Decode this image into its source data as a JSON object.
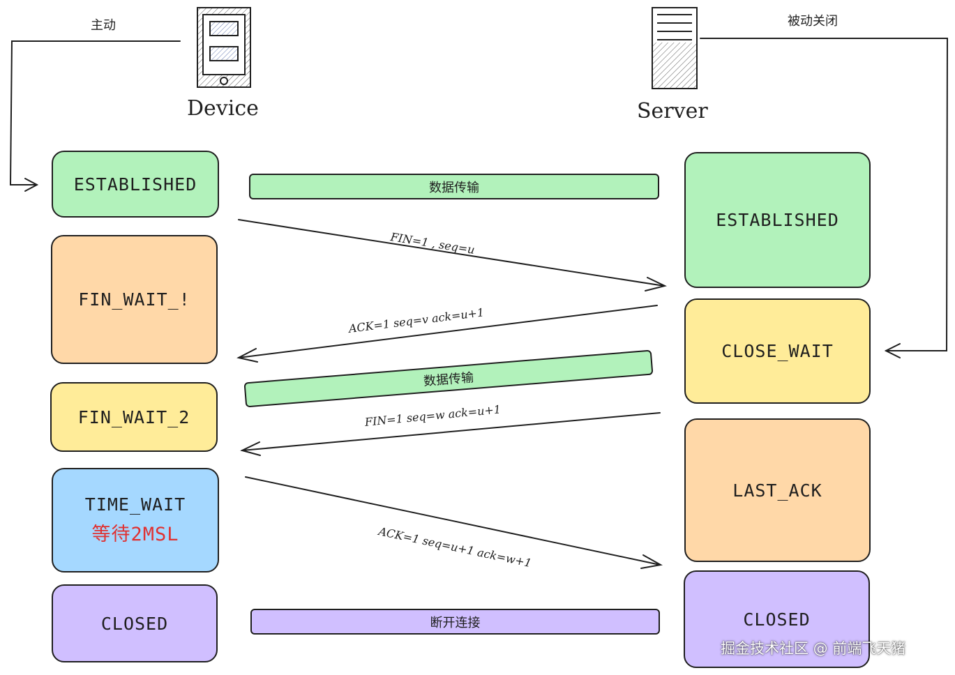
{
  "colors": {
    "green": "#b2f2bb",
    "orange": "#ffd8a8",
    "yellow": "#ffec99",
    "blue": "#a5d8ff",
    "purple": "#d0bfff",
    "red_text": "#e03131"
  },
  "labels": {
    "active_close": "主动",
    "passive_close": "被动关闭",
    "device": "Device",
    "server": "Server"
  },
  "client_states": [
    {
      "name": "ESTABLISHED"
    },
    {
      "name": "FIN_WAIT_!"
    },
    {
      "name": "FIN_WAIT_2"
    },
    {
      "name": "TIME_WAIT",
      "note": "等待2MSL"
    },
    {
      "name": "CLOSED"
    }
  ],
  "server_states": [
    {
      "name": "ESTABLISHED"
    },
    {
      "name": "CLOSE_WAIT"
    },
    {
      "name": "LAST_ACK"
    },
    {
      "name": "CLOSED"
    }
  ],
  "bars": [
    {
      "text": "数据传输"
    },
    {
      "text": "数据传输"
    },
    {
      "text": "断开连接"
    }
  ],
  "messages": [
    {
      "text": "FIN=1 , seq=u"
    },
    {
      "text": "ACK=1  seq=v ack=u+1"
    },
    {
      "text": "FIN=1  seq=w ack=u+1"
    },
    {
      "text": "ACK=1 seq=u+1 ack=w+1"
    }
  ],
  "watermark": "掘金技术社区 @ 前端飞天猪"
}
